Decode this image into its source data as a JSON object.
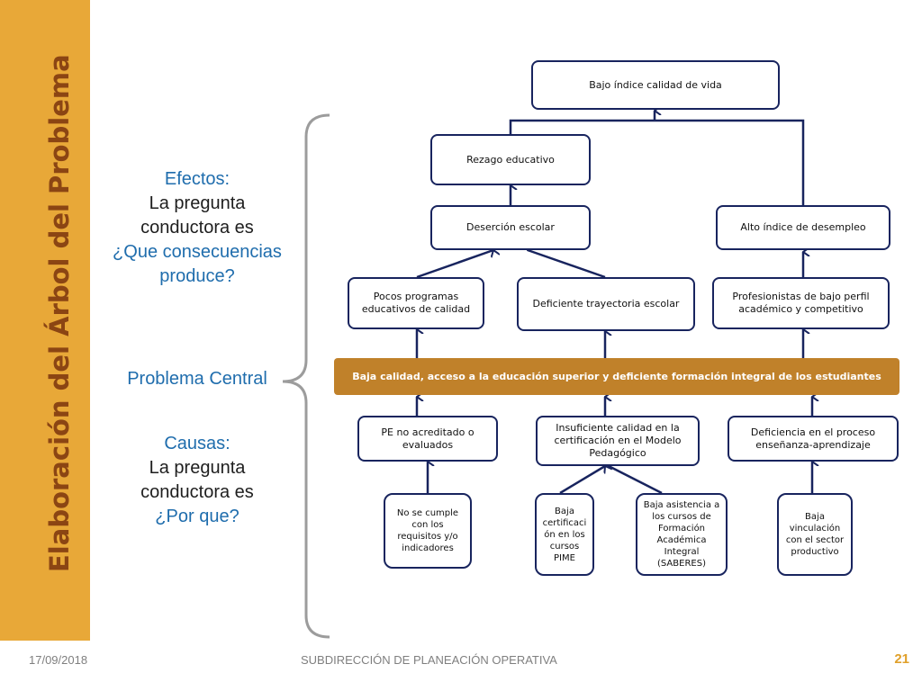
{
  "side_title": "Elaboración del Árbol del Problema",
  "efectos": {
    "heading": "Efectos:",
    "line1": "La pregunta",
    "line2": "conductora es",
    "line3": "¿Que consecuencias",
    "line4": "produce?"
  },
  "problema_central_label": "Problema Central",
  "causas": {
    "heading": "Causas:",
    "line1": "La pregunta",
    "line2": "conductora es",
    "line3": "¿Por que?"
  },
  "nodes": {
    "bajo_indice": "Bajo  índice calidad de vida",
    "rezago": "Rezago educativo",
    "desercion": "Deserción escolar",
    "alto_desempleo": "Alto índice de desempleo",
    "pocos_programas": "Pocos programas educativos de calidad",
    "deficiente_trayectoria": "Deficiente trayectoria escolar",
    "profesionistas": "Profesionistas de bajo perfil académico y competitivo",
    "central": "Baja calidad, acceso a la educación superior y deficiente formación integral de los estudiantes",
    "pe_no_acreditado": "PE no acreditado o evaluados",
    "insuficiente": "Insuficiente calidad en la certificación en el Modelo Pedagógico",
    "deficiencia_proceso": "Deficiencia en el proceso enseñanza-aprendizaje",
    "no_cumple": "No se cumple con los requisitos y/o indicadores",
    "baja_certificacion": "Baja certificaci ón en los cursos PIME",
    "baja_asistencia": "Baja asistencia a los cursos de Formación Académica Integral (SABERES)",
    "baja_vinculacion": "Baja vinculación con el sector productivo"
  },
  "footer": {
    "date": "17/09/2018",
    "center": "SUBDIRECCIÓN DE PLANEACIÓN OPERATIVA",
    "page": "21"
  },
  "colors": {
    "side_bar": "#e8a838",
    "title": "#8b4513",
    "central": "#c0812a",
    "box_border": "#18245e",
    "blue_text": "#1f6dad"
  }
}
